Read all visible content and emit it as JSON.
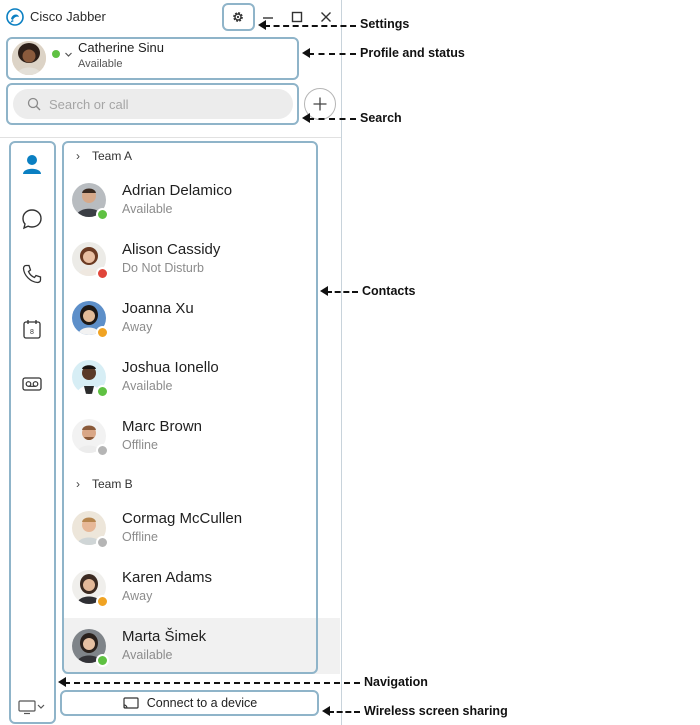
{
  "app": {
    "title": "Cisco Jabber",
    "colors": {
      "accent": "#0a7fc2",
      "highlight": "#8fb4c9",
      "available": "#5fc142",
      "dnd": "#e0453a",
      "away": "#f0a323",
      "offline": "#b5b5b5"
    }
  },
  "profile": {
    "name": "Catherine Sinu",
    "status": "Available"
  },
  "search": {
    "placeholder": "Search or call"
  },
  "groups": [
    {
      "label": "Team A",
      "contacts": [
        {
          "name": "Adrian Delamico",
          "status": "Available",
          "presence": "available"
        },
        {
          "name": "Alison Cassidy",
          "status": "Do Not Disturb",
          "presence": "dnd"
        },
        {
          "name": "Joanna Xu",
          "status": "Away",
          "presence": "away"
        },
        {
          "name": "Joshua Ionello",
          "status": "Available",
          "presence": "available"
        },
        {
          "name": "Marc Brown",
          "status": "Offline",
          "presence": "offline"
        }
      ]
    },
    {
      "label": "Team B",
      "contacts": [
        {
          "name": "Cormag McCullen",
          "status": "Offline",
          "presence": "offline"
        },
        {
          "name": "Karen Adams",
          "status": "Away",
          "presence": "away"
        },
        {
          "name": "Marta Šimek",
          "status": "Available",
          "presence": "available"
        }
      ]
    }
  ],
  "nav": {
    "items": [
      {
        "icon": "contacts-icon"
      },
      {
        "icon": "chat-icon"
      },
      {
        "icon": "phone-icon"
      },
      {
        "icon": "calendar-icon",
        "badge": "8"
      },
      {
        "icon": "voicemail-icon"
      }
    ]
  },
  "footer": {
    "connect_label": "Connect to a device"
  },
  "callouts": {
    "settings": "Settings",
    "profile": "Profile and status",
    "search": "Search",
    "contacts": "Contacts",
    "navigation": "Navigation",
    "wireless": "Wireless screen sharing"
  }
}
